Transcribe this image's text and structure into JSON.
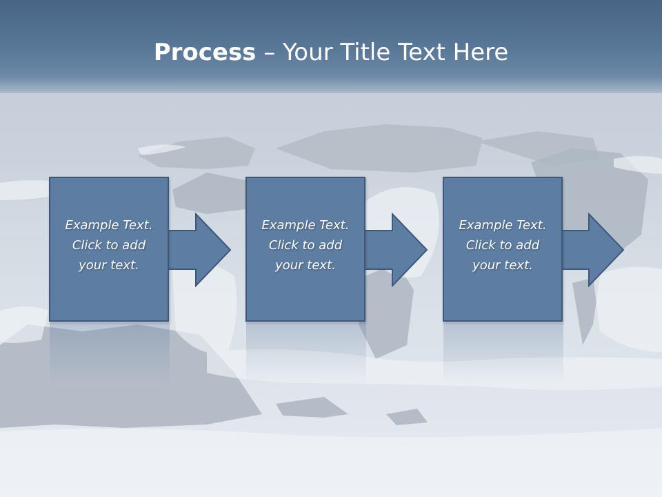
{
  "slide": {
    "title_bold": "Process",
    "title_rest": " – Your Title Text Here",
    "steps": [
      {
        "line1": "Example Text.",
        "line2": "Click  to add",
        "line3": "your text."
      },
      {
        "line1": "Example Text.",
        "line2": "Click  to add",
        "line3": "your text."
      },
      {
        "line1": "Example Text.",
        "line2": "Click  to add",
        "line3": "your text."
      }
    ]
  },
  "colors": {
    "title_band": "#486585",
    "box_fill": "#5d7da2",
    "box_border": "#3f5877",
    "text": "#ffffff"
  }
}
